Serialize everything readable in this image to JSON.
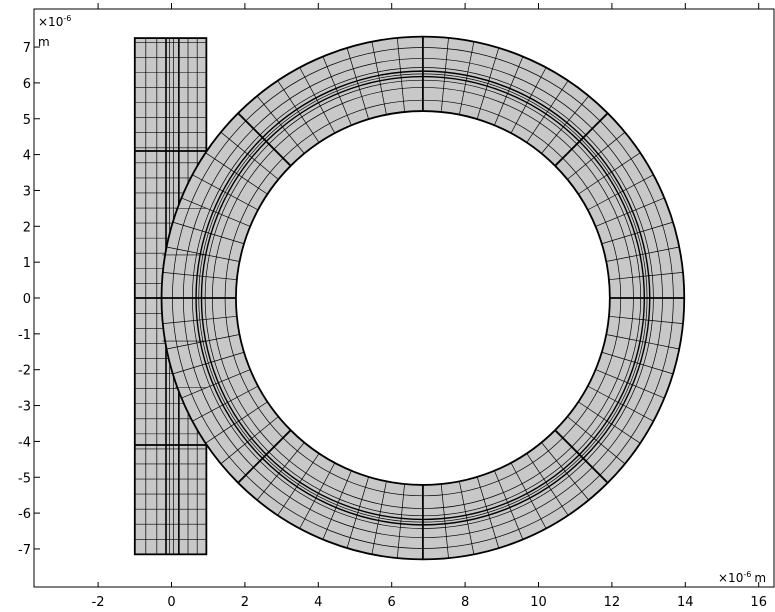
{
  "plot": {
    "x_unit_factor": "×10",
    "x_unit_exp": "-6",
    "x_unit": "m",
    "y_unit_factor": "×10",
    "y_unit_exp": "-6",
    "y_unit": "m",
    "x_range": [
      -3.5,
      16.2
    ],
    "y_range": [
      -7.8,
      7.75
    ],
    "x_ticks": [
      -2,
      0,
      2,
      4,
      6,
      8,
      10,
      12,
      14,
      16
    ],
    "y_ticks": [
      7,
      6,
      5,
      4,
      3,
      2,
      1,
      0,
      -1,
      -2,
      -3,
      -4,
      -5,
      -6,
      -7
    ],
    "x_tick_labels": [
      "-2",
      "0",
      "2",
      "4",
      "6",
      "8",
      "10",
      "12",
      "14",
      "16"
    ],
    "y_tick_labels": [
      "7",
      "6",
      "5",
      "4",
      "3",
      "2",
      "1",
      "0",
      "-1",
      "-2",
      "-3",
      "-4",
      "-5",
      "-6",
      "-7"
    ]
  },
  "geometry": {
    "waveguide_x": [
      -1.0,
      0.95
    ],
    "waveguide_y": [
      -7.15,
      7.25
    ],
    "waveguide_core_x": [
      -0.15,
      0.2
    ],
    "waveguide_block_y": [
      -4.1,
      0,
      4.1
    ],
    "ring_center": [
      6.85,
      0
    ],
    "ring_inner_radius": 5.15,
    "ring_outer_radius": 7.2,
    "ring_core_radii": [
      6.1,
      6.25
    ],
    "colors": {
      "fill": "#c8c8c8",
      "line": "#000000",
      "background": "#ffffff"
    }
  }
}
